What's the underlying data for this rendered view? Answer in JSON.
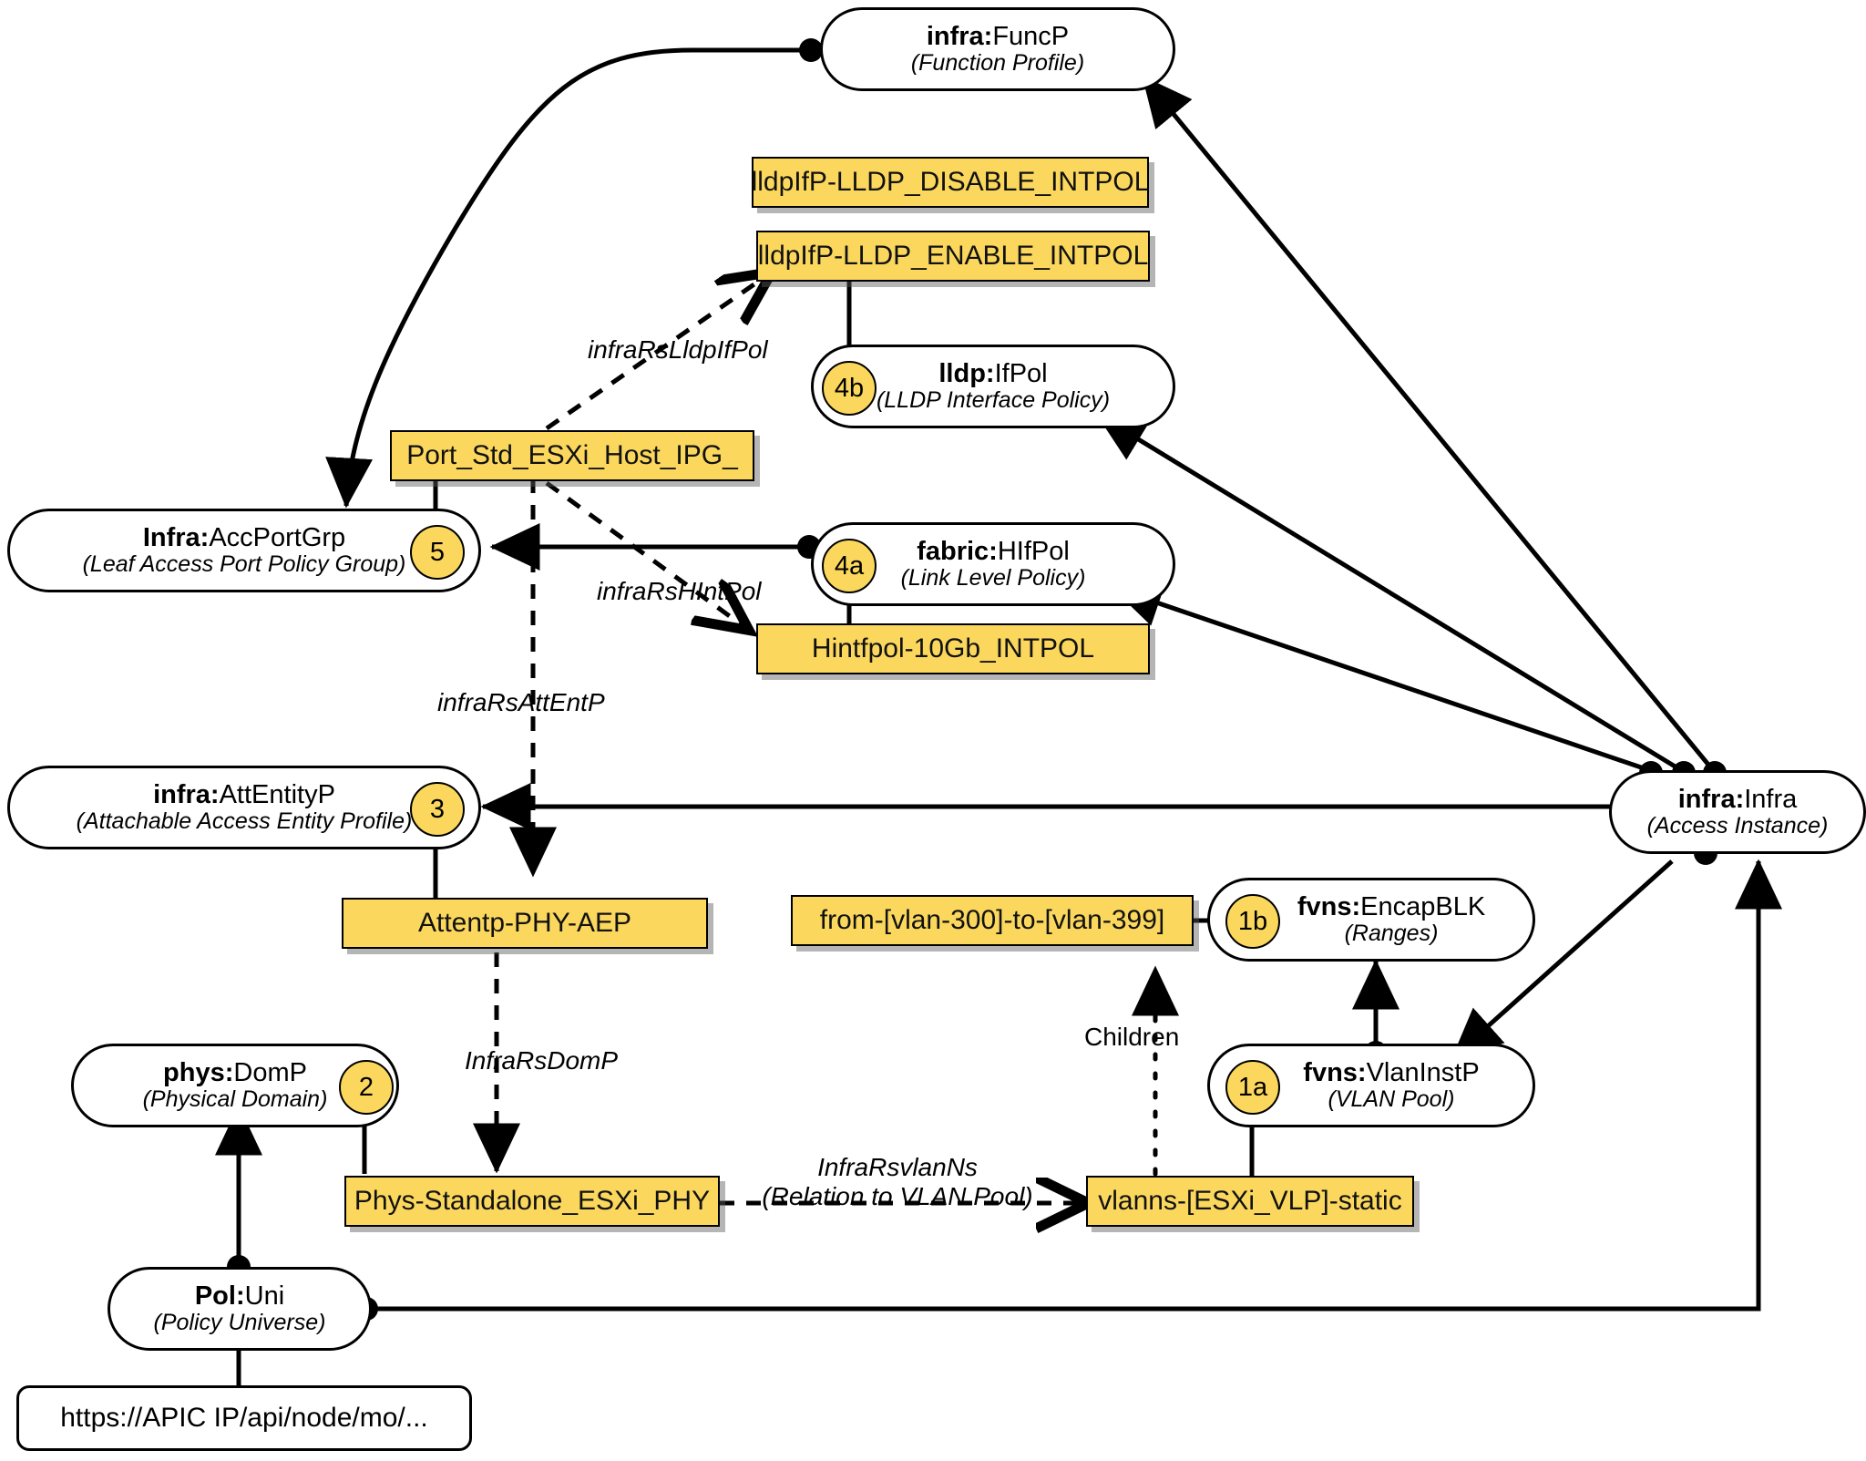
{
  "diagram": {
    "title": "Cisco ACI Access Policy Object Model",
    "accent_yellow": "#FBD85D",
    "line_color": "#000000"
  },
  "nodes": {
    "func_p": {
      "name": "infra:",
      "name_suffix": "FuncP",
      "desc": "(Function Profile)"
    },
    "acc_port_grp": {
      "name": "Infra:",
      "name_suffix": "AccPortGrp",
      "desc": "(Leaf Access Port Policy Group)",
      "badge": "5"
    },
    "lldp_ifpol": {
      "name": "lldp:",
      "name_suffix": "IfPol",
      "desc": "(LLDP Interface Policy)",
      "badge": "4b"
    },
    "fabric_hifpol": {
      "name": "fabric:",
      "name_suffix": "HIfPol",
      "desc": "(Link Level Policy)",
      "badge": "4a"
    },
    "att_entity_p": {
      "name": "infra:",
      "name_suffix": "AttEntityP",
      "desc": "(Attachable Access Entity Profile)",
      "badge": "3"
    },
    "encap_blk": {
      "name": "fvns:",
      "name_suffix": "EncapBLK",
      "desc": "(Ranges)",
      "badge": "1b"
    },
    "vlan_inst_p": {
      "name": "fvns:",
      "name_suffix": "VlanInstP",
      "desc": "(VLAN Pool)",
      "badge": "1a"
    },
    "phys_domp": {
      "name": "phys:",
      "name_suffix": "DomP",
      "desc": "(Physical Domain)",
      "badge": "2"
    },
    "pol_uni": {
      "name": "Pol:",
      "name_suffix": "Uni",
      "desc": "(Policy Universe)"
    },
    "infra_infra": {
      "name": "infra:",
      "name_suffix": "Infra",
      "desc": "(Access Instance)"
    }
  },
  "boxes": {
    "lldp_disable": "lldpIfP-LLDP_DISABLE_INTPOL",
    "lldp_enable": "lldpIfP-LLDP_ENABLE_INTPOL",
    "port_std": "Port_Std_ESXi_Host_IPG_",
    "hintfpol": "Hintfpol-10Gb_INTPOL",
    "attentp": "Attentp-PHY-AEP",
    "encap_range": "from-[vlan-300]-to-[vlan-399]",
    "phys_standalone": "Phys-Standalone_ESXi_PHY",
    "vlanns": "vlanns-[ESXi_VLP]-static"
  },
  "url_box": {
    "text": "https://APIC IP/api/node/mo/..."
  },
  "edge_labels": {
    "rs_lldp_ifpol": "infraRsLldpIfPol",
    "rs_hintpol": "infraRsHIntPol",
    "rs_att_ent_p": "infraRsAttEntP",
    "rs_domp": "InfraRsDomP",
    "rs_vlanns": "InfraRsvlanNs",
    "rs_vlanns_sub": "(Relation to VLAN Pool)",
    "children": "Children"
  }
}
